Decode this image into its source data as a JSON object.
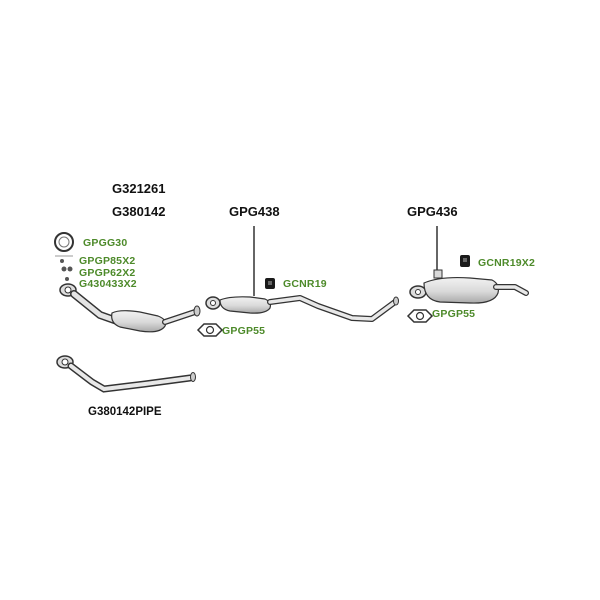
{
  "colors": {
    "green_label": "#4d8a2a",
    "black_label": "#111111",
    "line": "#333333",
    "part_fill": "#e6e6e6",
    "part_shade": "#b8b8b8"
  },
  "labels": {
    "main_code_1": "G321261",
    "main_code_2": "G380142",
    "front_box": "GPG438",
    "rear_box": "GPG436",
    "pipe": "G380142PIPE"
  },
  "green_labels": {
    "gasket_ring": "GPGG30",
    "bolts_1": "GPGP85X2",
    "bolts_2": "GPGP62X2",
    "bolts_3": "G430433X2",
    "mount_front": "GCNR19",
    "gasket_front": "GPGP55",
    "mount_rear": "GCNR19X2",
    "gasket_rear": "GPGP55"
  },
  "icons": [
    "gasket-ring-icon",
    "bolt-icon",
    "rubber-mount-icon",
    "flange-gasket-icon",
    "catalytic-converter-icon",
    "silencer-icon"
  ]
}
